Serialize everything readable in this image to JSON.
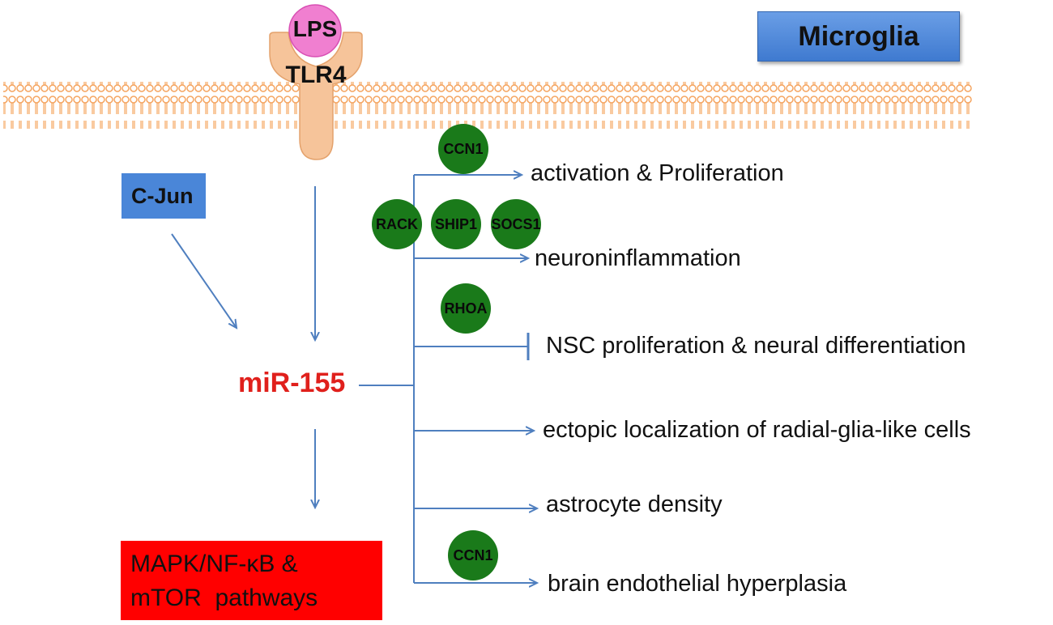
{
  "cell_label": "Microglia",
  "receptor": {
    "ligand": "LPS",
    "name": "TLR4"
  },
  "transcription_factor": "C-Jun",
  "mirna": "miR-155",
  "pathways": {
    "line1": "MAPK/NF-κB &",
    "line2": "mTOR  pathways"
  },
  "genes": {
    "ccn1_top": "CCN1",
    "rack": "RACK",
    "ship1": "SHIP1",
    "socs1": "SOCS1",
    "rhoa": "RHOA",
    "ccn1_bottom": "CCN1"
  },
  "outcomes": [
    "activation & Proliferation",
    "neuroninflammation",
    "NSC proliferation & neural differentiation",
    "ectopic localization of radial-glia-like cells",
    "astrocyte density",
    "brain endothelial hyperplasia"
  ],
  "colors": {
    "arrow": "#4f7fbf",
    "membrane": "#f5a561",
    "receptor": "#f6c49a",
    "ligand": "#f07fd0",
    "gene": "#1a7a1a",
    "mirna_text": "#e0201c",
    "pathway_box": "#ff0000",
    "label_box": "#4a86d8"
  }
}
